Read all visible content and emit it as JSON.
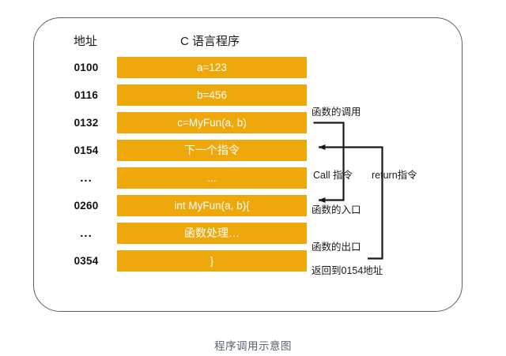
{
  "headings": {
    "address": "地址",
    "program": "C 语言程序"
  },
  "memory_rows": [
    {
      "address": "0100",
      "code": "a=123",
      "cjk": false
    },
    {
      "address": "0116",
      "code": "b=456",
      "cjk": false
    },
    {
      "address": "0132",
      "code": "c=MyFun(a, b)",
      "cjk": false
    },
    {
      "address": "0154",
      "code": "下一个指令",
      "cjk": true
    },
    {
      "address": "...",
      "code": "...",
      "cjk": false
    },
    {
      "address": "0260",
      "code": "int MyFun(a, b){",
      "cjk": false
    },
    {
      "address": "...",
      "code": "函数处理…",
      "cjk": true
    },
    {
      "address": "0354",
      "code": "}",
      "cjk": false
    }
  ],
  "annotations": {
    "call_title": "函数的调用",
    "call_instruction": "Call 指令",
    "return_instruction": "return指令",
    "function_entry": "函数的入口",
    "function_exit": "函数的出口",
    "return_address": "返回到0154地址"
  },
  "caption": "程序调用示意图",
  "colors": {
    "bar": "#efa80b",
    "bar_text": "#ffffff",
    "frame_border": "#5b6068",
    "arrow": "#1a1a1a",
    "caption_text": "#5a6472",
    "address_text": "#111111"
  }
}
